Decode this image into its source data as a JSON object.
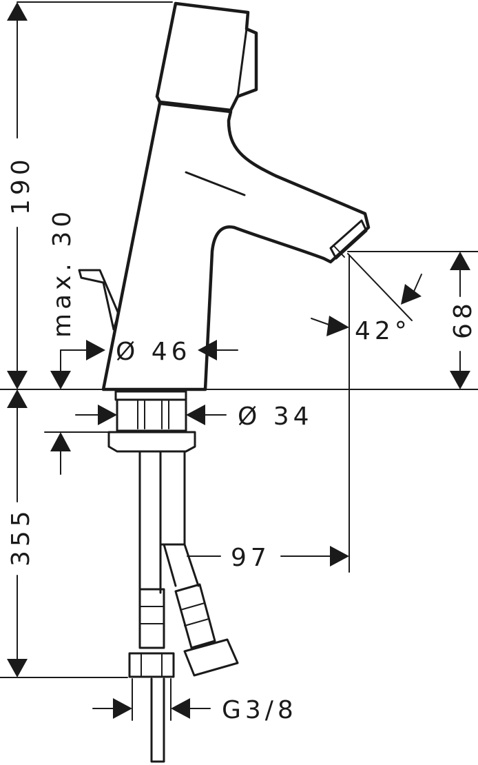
{
  "dimensions": {
    "total_height": "190",
    "lever_height": "max. 30",
    "body_diameter": "Ø 46",
    "spout_height": "68",
    "spray_angle": "42°",
    "shank_diameter": "Ø 34",
    "below_deck_length": "355",
    "spout_reach": "97",
    "connection_thread": "G3/8"
  },
  "colors": {
    "line": "#1a1a1a",
    "background": "#ffffff"
  }
}
